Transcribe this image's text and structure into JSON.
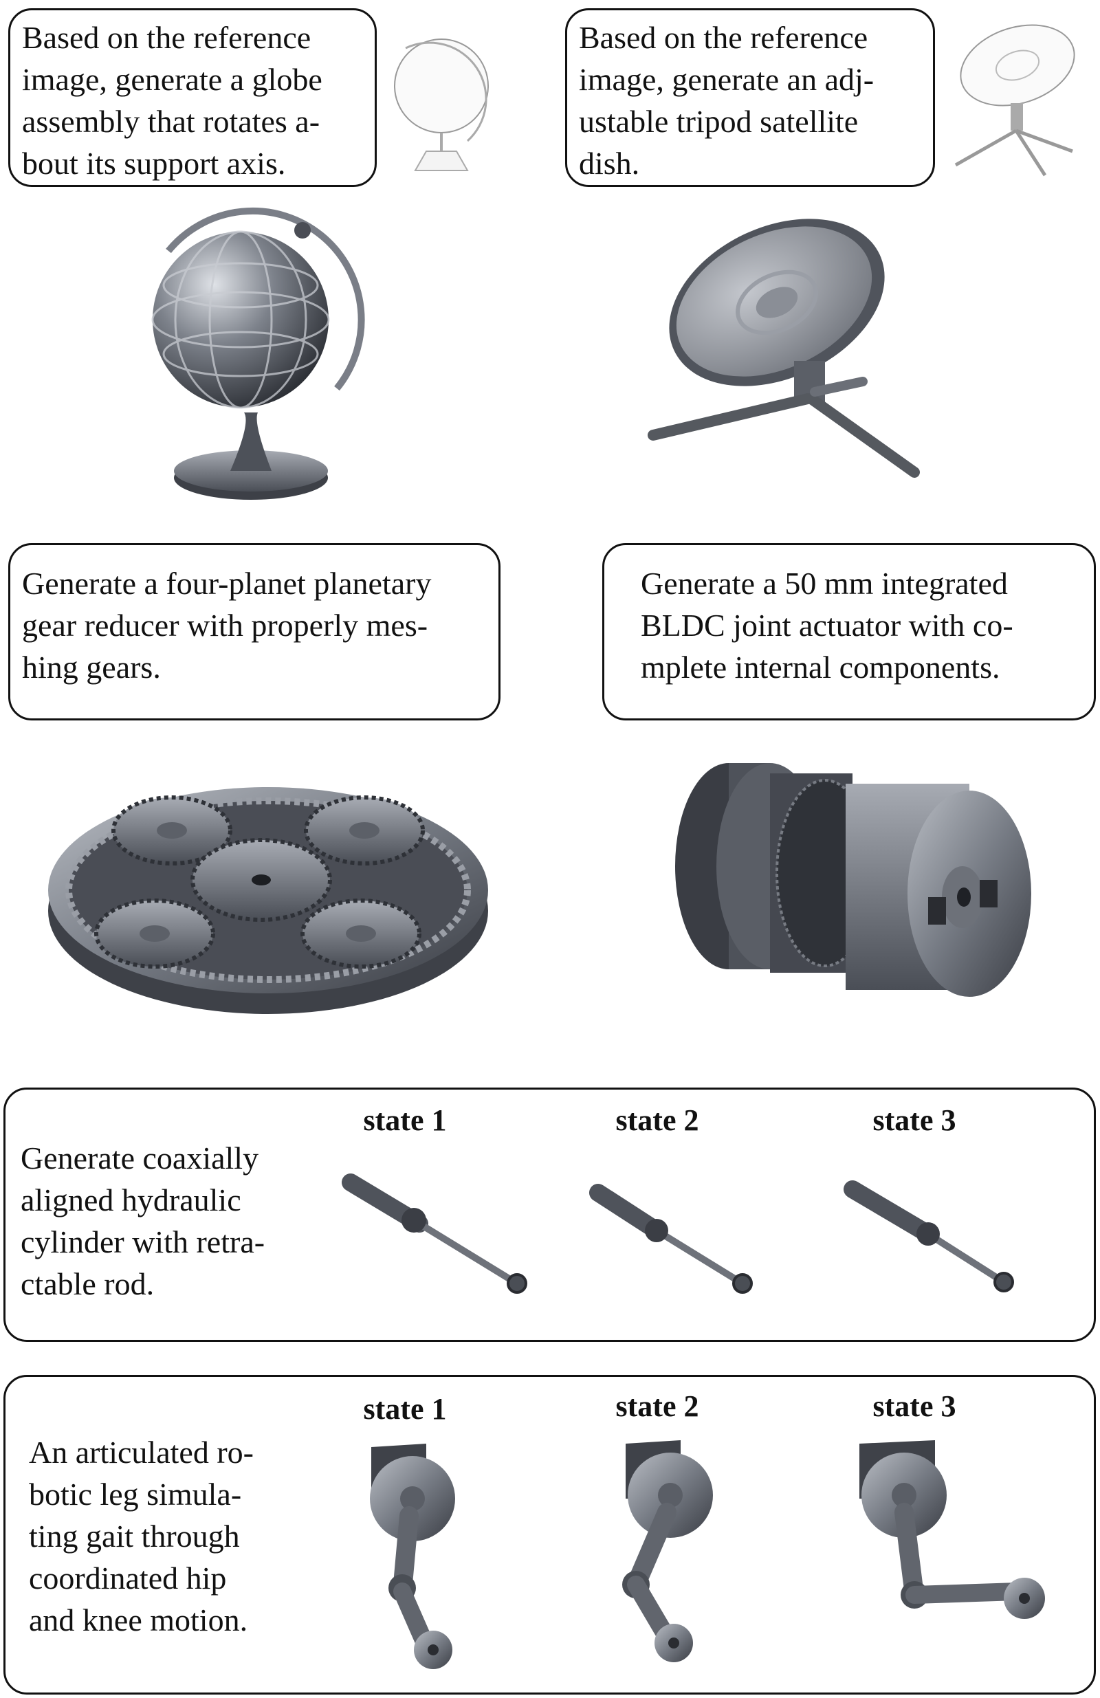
{
  "panels": {
    "globe": {
      "prompt": "Based on the reference\nimage, generate a globe\nassembly that rotates a-\nbout its support axis."
    },
    "dish": {
      "prompt": "Based on the reference\nimage, generate an adj-\nustable tripod satellite\ndish."
    },
    "planetary": {
      "prompt": "Generate a four-planet planetary\ngear reducer with properly mes-\nhing gears."
    },
    "actuator": {
      "prompt": "Generate a 50 mm integrated\nBLDC joint actuator with co-\nmplete internal components."
    },
    "hydraulic": {
      "prompt": "Generate coaxially\naligned hydraulic\ncylinder with retra-\nctable rod.",
      "states": [
        "state 1",
        "state 2",
        "state 3"
      ]
    },
    "leg": {
      "prompt": "An articulated ro-\nbotic leg simula-\nting gait through\ncoordinated hip\nand knee motion.",
      "states": [
        "state 1",
        "state 2",
        "state 3"
      ]
    }
  }
}
